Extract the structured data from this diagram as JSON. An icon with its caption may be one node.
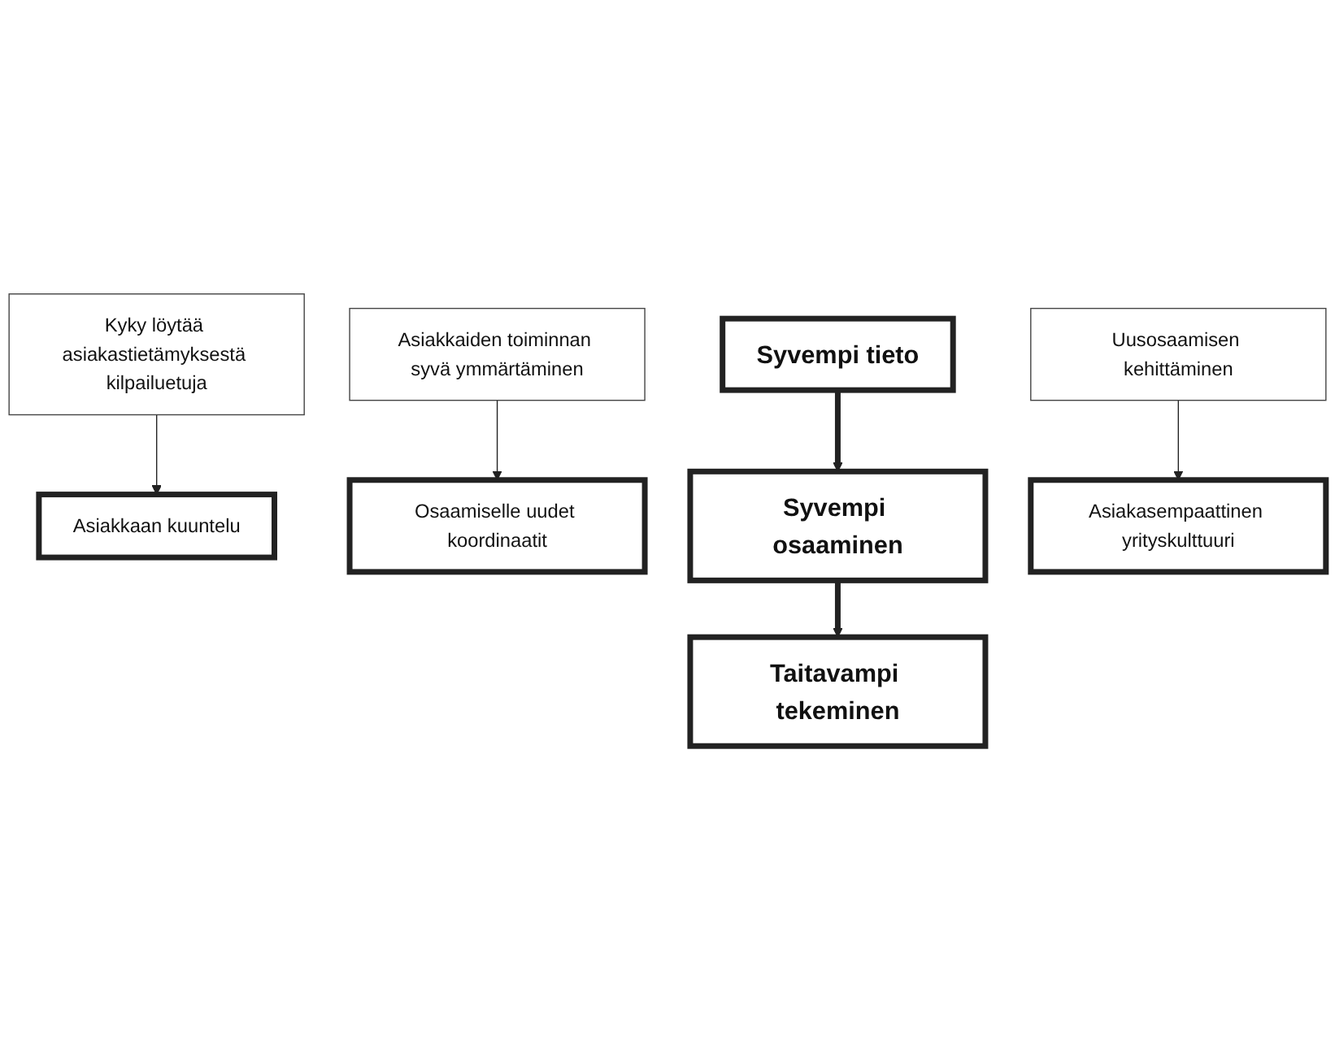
{
  "diagram": {
    "nodes": [
      {
        "text": [
          "Asiakkaan kuuntelu"
        ]
      },
      {
        "text": [
          "Asiakkaiden toiminnan syvä ymmärtäminen"
        ]
      },
      {
        "text": [
          "Syvempi tieto"
        ]
      },
      {
        "text": [
          "Osaamiselle uudet koordinaatit"
        ]
      },
      {
        "text": [
          "Uusosaamisen kehittäminen"
        ]
      },
      {
        "text": [
          "Syvempi osaaminen"
        ]
      },
      {
        "text": [
          "Asiakasempaattinen yrityskulttuuri"
        ]
      },
      {
        "text": [
          "Taitavampi tekeminen"
        ]
      },
      {
        "text": [
          "Kyky löytää asiakastietämyksestä kilpailuetuja"
        ]
      }
    ],
    "edges": [
      {
        "from": 1,
        "to": 3,
        "arrow": "to"
      },
      {
        "from": 2,
        "to": 5,
        "arrow": "to",
        "style": "thick"
      },
      {
        "from": 4,
        "to": 6,
        "arrow": "to"
      },
      {
        "from": 5,
        "to": 7,
        "arrow": "to",
        "style": "thick"
      },
      {
        "from": 8,
        "to": 0,
        "arrow": "to"
      }
    ]
  }
}
